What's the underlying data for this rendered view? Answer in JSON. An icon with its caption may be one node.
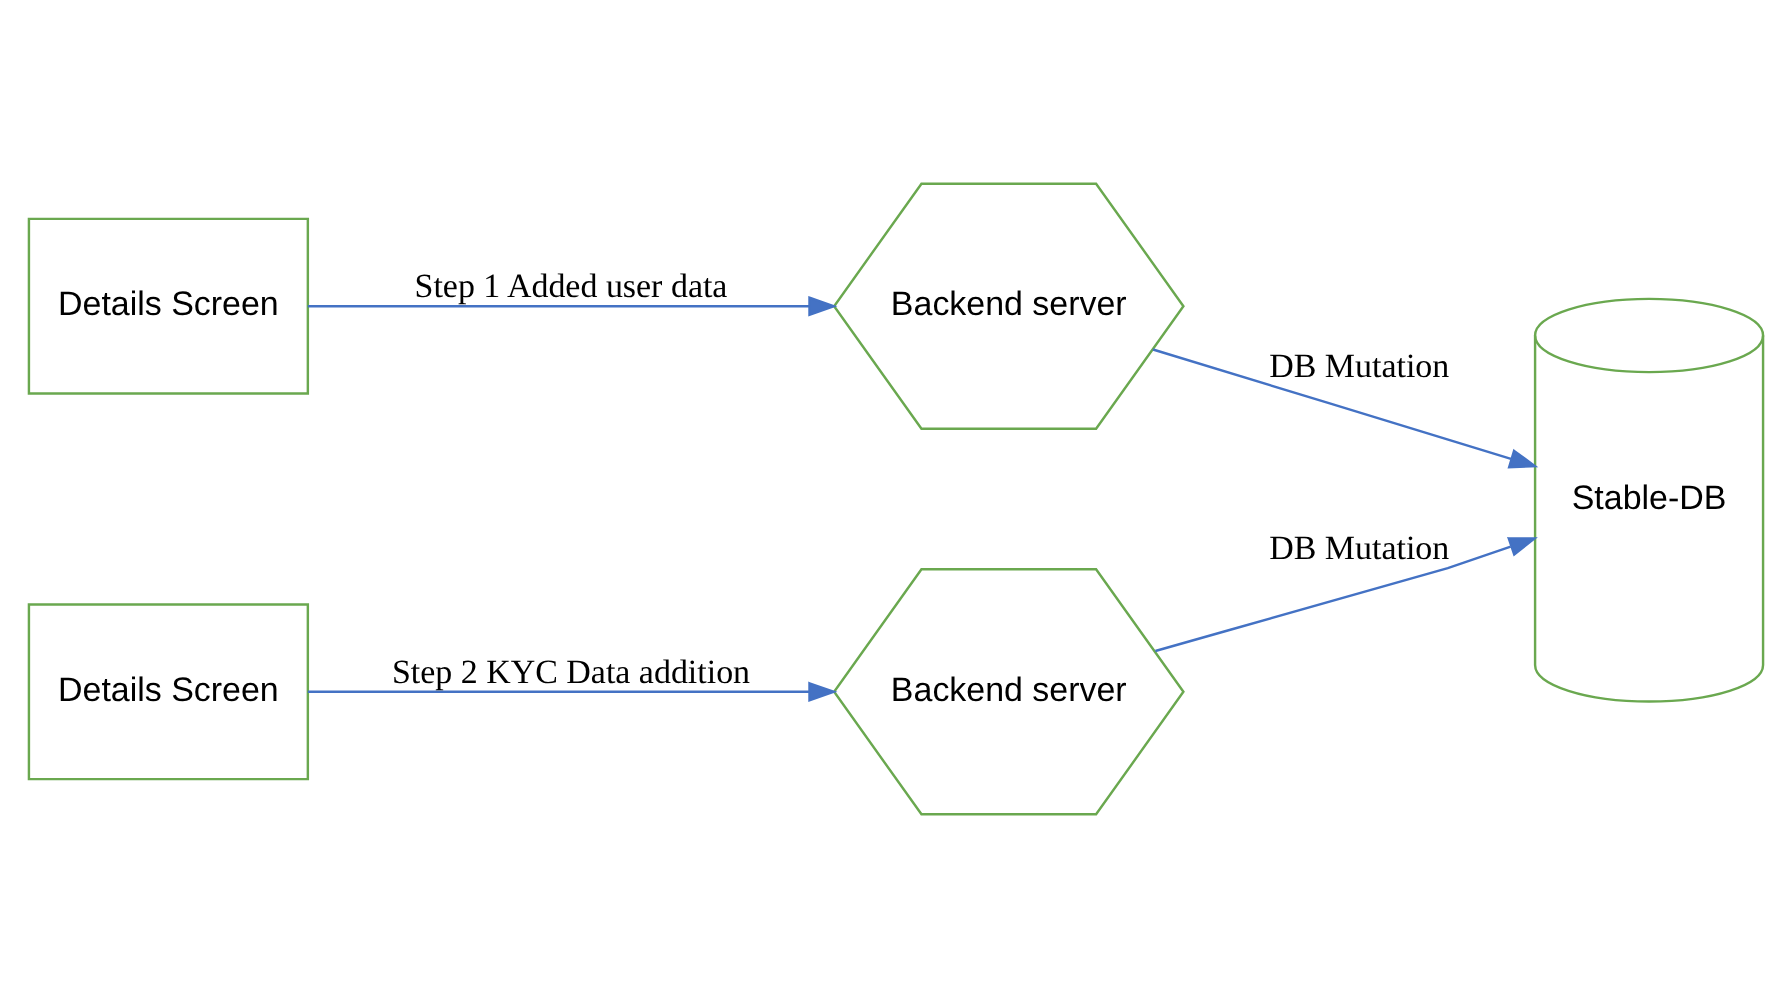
{
  "diagram": {
    "nodes": [
      {
        "text": [
          "Details Screen"
        ]
      },
      {
        "text": [
          "Backend server"
        ]
      },
      {
        "text": [
          "Details Screen"
        ]
      },
      {
        "text": [
          "Backend server"
        ]
      },
      {
        "text": [
          "Stable-DB"
        ]
      }
    ],
    "edges": [
      {
        "from": 0,
        "to": 1,
        "arrow": "to",
        "label": "Step 1 Added user data"
      },
      {
        "from": 1,
        "to": 4,
        "arrow": "to",
        "label": "DB Mutation"
      },
      {
        "from": 2,
        "to": 3,
        "arrow": "to",
        "label": "Step 2 KYC Data addition"
      },
      {
        "from": 3,
        "to": 4,
        "arrow": "to",
        "label": "DB Mutation"
      }
    ]
  }
}
